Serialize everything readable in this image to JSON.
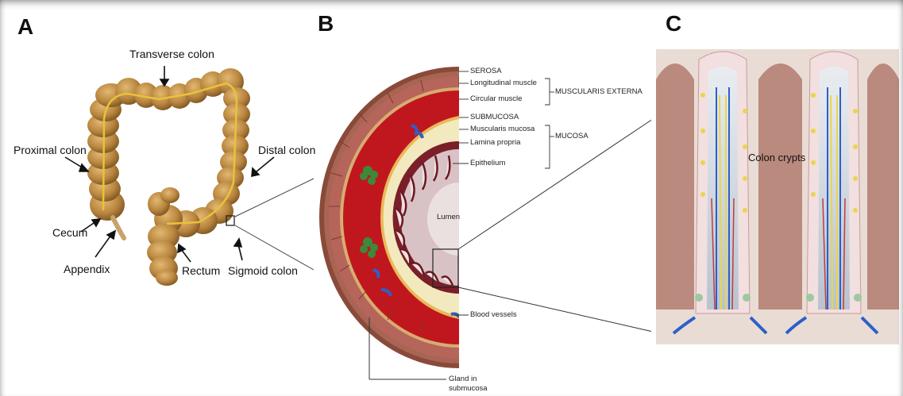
{
  "panels": {
    "a": {
      "letter": "A",
      "labels": {
        "transverse_colon": "Transverse colon",
        "proximal_colon": "Proximal colon",
        "distal_colon": "Distal colon",
        "cecum": "Cecum",
        "appendix": "Appendix",
        "rectum": "Rectum",
        "sigmoid_colon": "Sigmoid colon"
      }
    },
    "b": {
      "letter": "B",
      "labels": {
        "serosa": "SEROSA",
        "longitudinal_muscle": "Longitudinal muscle",
        "circular_muscle": "Circular muscle",
        "muscularis_externa": "MUSCULARIS EXTERNA",
        "submucosa": "SUBMUCOSA",
        "muscularis_mucosa": "Muscularis mucosa",
        "lamina_propria": "Lamina propria",
        "mucosa": "MUCOSA",
        "epithelium": "Epithelium",
        "lumen": "Lumen",
        "blood_vessels": "Blood vessels",
        "gland_line1": "Gland in",
        "gland_line2": "submucosa"
      }
    },
    "c": {
      "letter": "C",
      "labels": {
        "colon_crypts": "Colon crypts"
      }
    }
  },
  "colors": {
    "colon_tan": "#b9863f",
    "colon_dark": "#7a5220",
    "serosa_brown": "#8a4a3a",
    "muscle_red": "#c0171e",
    "submucosa_cream": "#f3e9bf",
    "mucosa_maroon": "#7a1f2a",
    "crypt_background": "#c9a193",
    "vessel_blue": "#2d5fc8",
    "vessel_yellow": "#e8d64a",
    "vessel_red": "#c33a3a"
  }
}
